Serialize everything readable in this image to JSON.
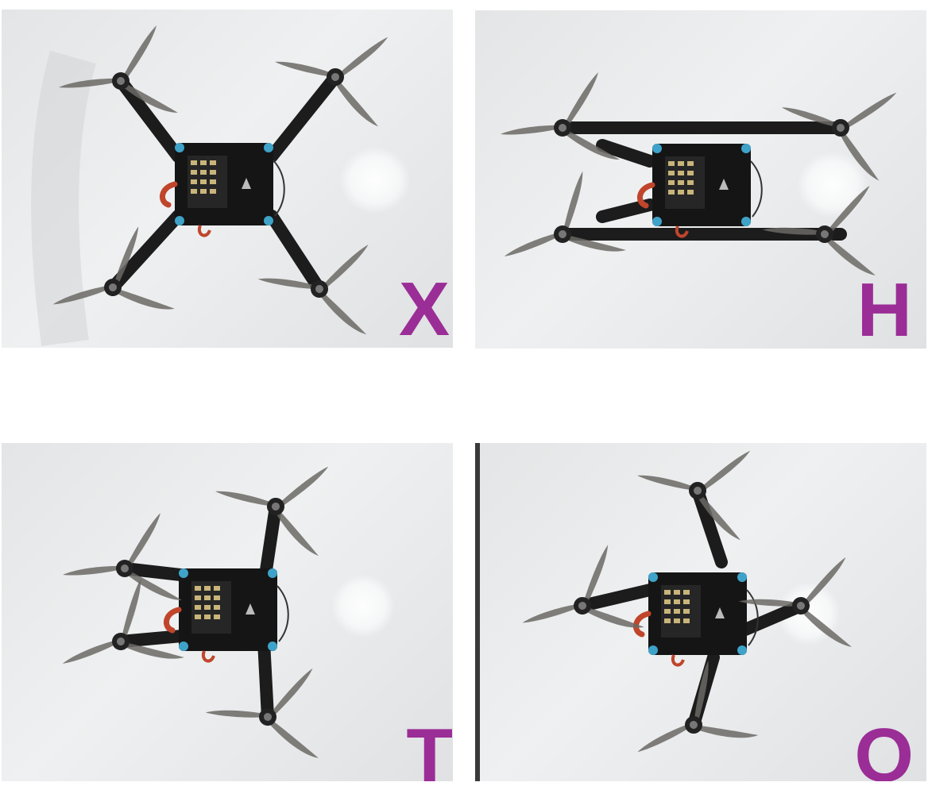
{
  "panels": [
    {
      "id": "x",
      "label": "X"
    },
    {
      "id": "h",
      "label": "H"
    },
    {
      "id": "t",
      "label": "T"
    },
    {
      "id": "o",
      "label": "O"
    }
  ],
  "colors": {
    "label": "#9b2d96",
    "frame": "#1c1c1c",
    "propeller": "#6b6864",
    "background": "#e6e8e9",
    "cable": "#c0452b",
    "standoff": "#3fa3c9"
  }
}
